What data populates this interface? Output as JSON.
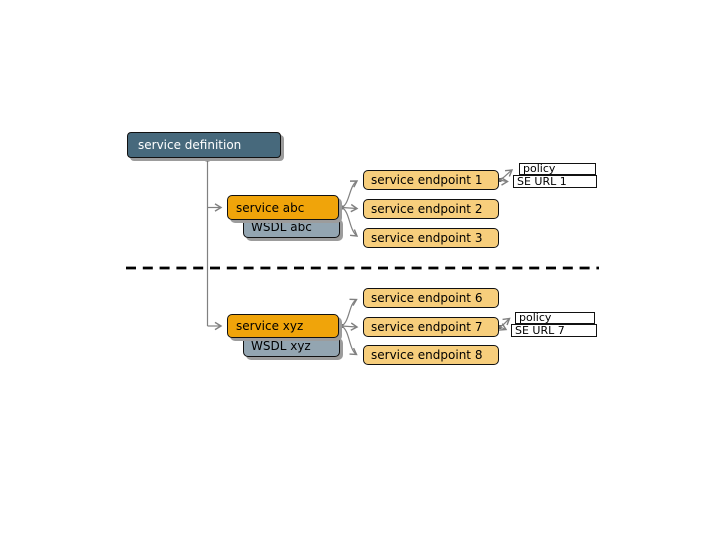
{
  "diagram": {
    "definition": {
      "label": "service definition"
    },
    "groups": [
      {
        "service_label": "service abc",
        "wsdl_label": "WSDL abc",
        "endpoints": [
          "service endpoint 1",
          "service endpoint 2",
          "service endpoint 3"
        ],
        "policy_label": "policy",
        "se_url_label": "SE URL 1"
      },
      {
        "service_label": "service xyz",
        "wsdl_label": "WSDL xyz",
        "endpoints": [
          "service endpoint 6",
          "service endpoint 7",
          "service endpoint 8"
        ],
        "policy_label": "policy",
        "se_url_label": "SE URL 7"
      }
    ],
    "colors": {
      "definition_bg": "#47697C",
      "definition_text": "#FFFFFF",
      "service_bg": "#F0A40A",
      "endpoint_bg": "#F7CE7C",
      "wsdl_bg": "#93A5B1",
      "policy_bg": "#FFFFFF",
      "box_border": "#111111",
      "connector": "#808080",
      "divider": "#000000",
      "shadow": "#9C9C9C"
    }
  }
}
